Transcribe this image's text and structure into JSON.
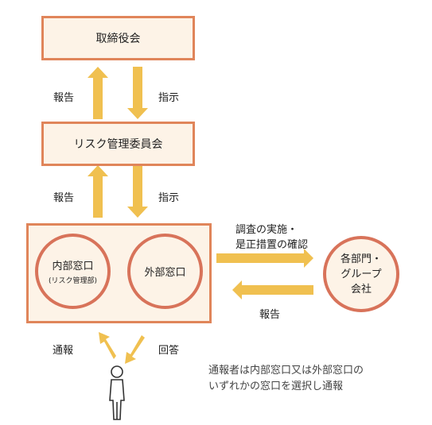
{
  "nodes": {
    "board": "取締役会",
    "risk_committee": "リスク管理委員会",
    "internal_desk": "内部窓口",
    "internal_desk_sub": "(リスク管理部)",
    "external_desk": "外部窓口",
    "departments_line1": "各部門・",
    "departments_line2": "グループ",
    "departments_line3": "会社"
  },
  "edges": {
    "report_to_board": "報告",
    "instruct_from_board": "指示",
    "report_to_committee": "報告",
    "instruct_from_committee": "指示",
    "investigate_line1": "調査の実施・",
    "investigate_line2": "是正措置の確認",
    "report_from_departments": "報告",
    "whistleblow": "通報",
    "reply": "回答"
  },
  "note": {
    "line1": "通報者は内部窓口又は外部窓口の",
    "line2": "いずれかの窓口を選択し通報"
  },
  "colors": {
    "box_fill": "#fdf3e7",
    "box_border": "#e0855a",
    "circle_border": "#d8735a",
    "arrow": "#f0c050",
    "person": "#333333"
  }
}
